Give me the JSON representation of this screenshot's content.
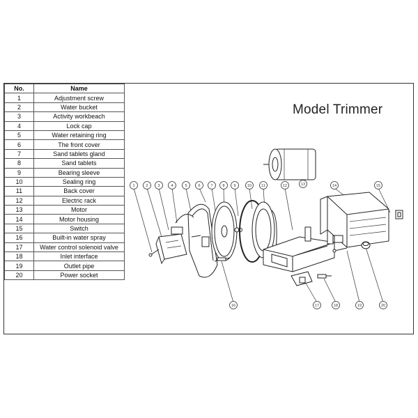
{
  "title": "Model Trimmer",
  "table": {
    "headers": {
      "no": "No.",
      "name": "Name"
    },
    "rows": [
      {
        "no": "1",
        "name": "Adjustment screw"
      },
      {
        "no": "2",
        "name": "Water bucket"
      },
      {
        "no": "3",
        "name": "Activity workbeach"
      },
      {
        "no": "4",
        "name": "Lock cap"
      },
      {
        "no": "5",
        "name": "Water retaining ring"
      },
      {
        "no": "6",
        "name": "The front cover"
      },
      {
        "no": "7",
        "name": "Sand tablets gland"
      },
      {
        "no": "8",
        "name": "Sand tablets"
      },
      {
        "no": "9",
        "name": "Bearing sleeve"
      },
      {
        "no": "10",
        "name": "Sealing ring"
      },
      {
        "no": "11",
        "name": "Back cover"
      },
      {
        "no": "12",
        "name": "Electric rack"
      },
      {
        "no": "13",
        "name": "Motor"
      },
      {
        "no": "14",
        "name": "Motor housing"
      },
      {
        "no": "15",
        "name": "Switch"
      },
      {
        "no": "16",
        "name": "Built-in water spray"
      },
      {
        "no": "17",
        "name": "Water control solenoid valve"
      },
      {
        "no": "18",
        "name": "Inlet interface"
      },
      {
        "no": "19",
        "name": "Outlet pipe"
      },
      {
        "no": "20",
        "name": "Power socket"
      }
    ]
  },
  "callouts": [
    "1",
    "2",
    "3",
    "4",
    "5",
    "6",
    "7",
    "8",
    "9",
    "10",
    "11",
    "12",
    "13",
    "14",
    "15",
    "16",
    "17",
    "18",
    "19",
    "20"
  ]
}
